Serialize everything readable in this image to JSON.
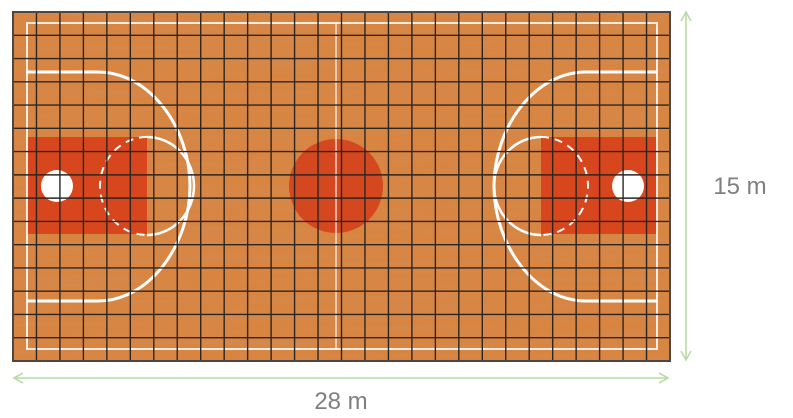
{
  "figure": {
    "width_label": "28 m",
    "height_label": "15 m"
  },
  "grid": {
    "columns": 28,
    "rows": 15
  },
  "colors": {
    "floor": "#d98542",
    "floor_dark": "#c56a34",
    "key_fill": "#d8461d",
    "circle_fill": "#d5471f",
    "court_lines": "#ffffff",
    "grid_lines": "#2c2622",
    "border": "#4e4640",
    "dimension_arrows": "#b9dca4",
    "dimension_text": "#7f7f7f"
  }
}
